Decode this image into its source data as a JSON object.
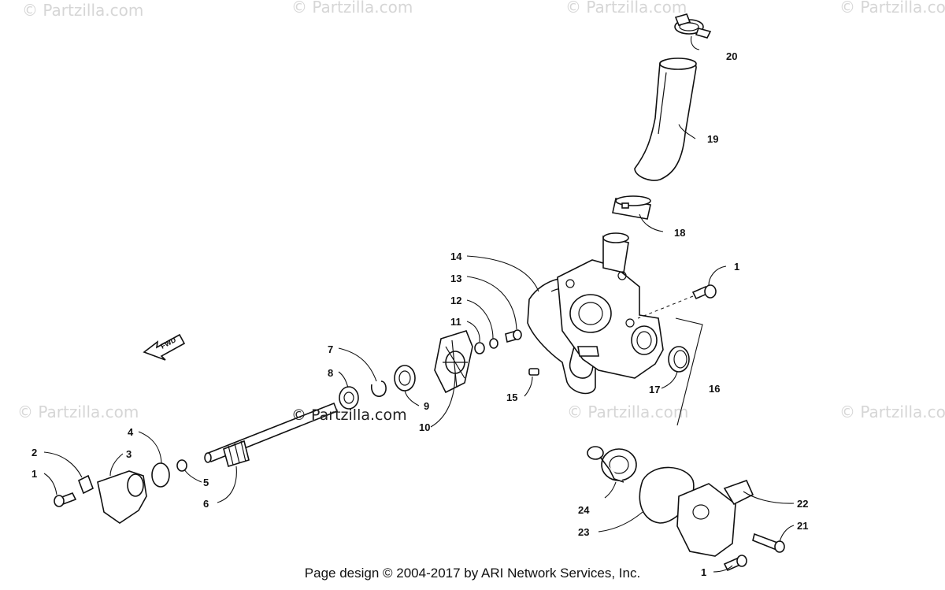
{
  "watermark": "© Partzilla.com",
  "center_watermark": "© Partzilla.com",
  "fwd_label": "FWD",
  "footer": "Page design © 2004-2017 by ARI Network Services, Inc.",
  "callouts": {
    "c1a": "1",
    "c1b": "1",
    "c1c": "1",
    "c2": "2",
    "c3": "3",
    "c4": "4",
    "c5": "5",
    "c6": "6",
    "c7": "7",
    "c8": "8",
    "c9": "9",
    "c10": "10",
    "c11": "11",
    "c12": "12",
    "c13": "13",
    "c14": "14",
    "c15": "15",
    "c16": "16",
    "c17": "17",
    "c18": "18",
    "c19": "19",
    "c20": "20",
    "c21": "21",
    "c22": "22",
    "c23": "23",
    "c24": "24"
  }
}
